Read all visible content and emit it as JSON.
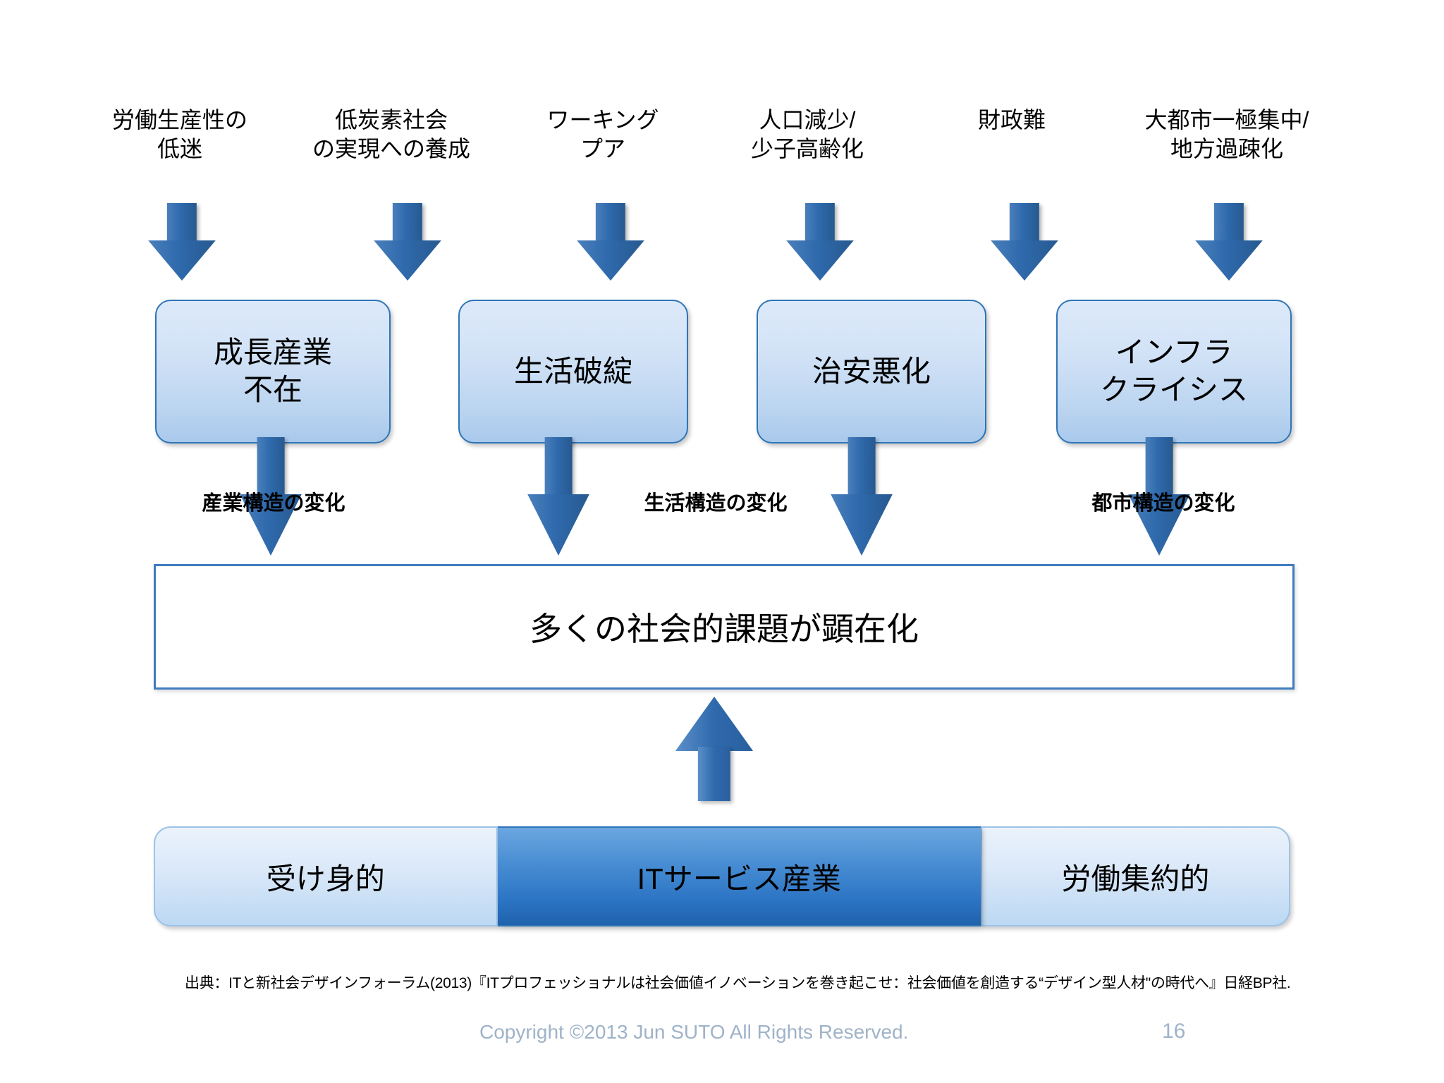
{
  "slide": {
    "title_implicit": "",
    "accent_color": "#2e75b6",
    "box_fill_top": "#dce9f9",
    "box_fill_bottom": "#a9c9ec",
    "arrow_color": "#2f6aad",
    "banner_border": "#3f7cc0",
    "it_bar_color": "#2b74c4"
  },
  "drivers": [
    {
      "label": "労働生産性の\n低迷"
    },
    {
      "label": "低炭素社会\nの実現への養成"
    },
    {
      "label": "ワーキング\nプア"
    },
    {
      "label": "人口減少/\n少子高齢化"
    },
    {
      "label": "財政難"
    },
    {
      "label": "大都市一極集中/\n地方過疎化"
    }
  ],
  "problems": [
    {
      "label": "成長産業\n不在"
    },
    {
      "label": "生活破綻"
    },
    {
      "label": "治安悪化"
    },
    {
      "label": "インフラ\nクライシス"
    }
  ],
  "changes": [
    {
      "label": "産業構造の変化"
    },
    {
      "label": "生活構造の変化"
    },
    {
      "label": "都市構造の変化"
    }
  ],
  "result": {
    "label": "多くの社会的課題が顕在化"
  },
  "bottom_bar": {
    "left": "受け身的",
    "center": "ITサービス産業",
    "right": "労働集約的"
  },
  "footer": {
    "source": "出典：ITと新社会デザインフォーラム(2013)『ITプロフェッショナルは社会価値イノベーションを巻き起こせ：社会価値を創造する“デザイン型人材\"の時代へ』日経BP社.",
    "copyright": "Copyright ©2013 Jun SUTO All Rights Reserved.",
    "page_number": "16"
  }
}
